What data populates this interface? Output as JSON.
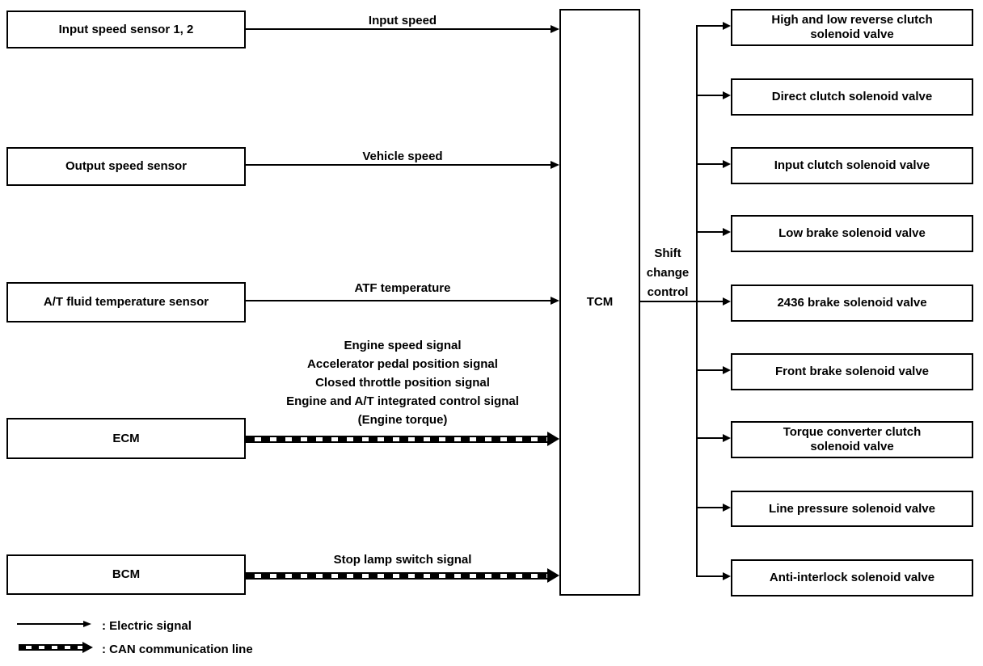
{
  "diagram": {
    "title_hint": "TCM shift change control signal flow",
    "colors": {
      "foreground": "#000000",
      "background": "#ffffff"
    },
    "center_module": "TCM",
    "output_label": "Shift change control",
    "inputs": [
      {
        "source": "Input speed sensor 1, 2",
        "signal": "Input speed",
        "line_type": "electric"
      },
      {
        "source": "Output speed sensor",
        "signal": "Vehicle speed",
        "line_type": "electric"
      },
      {
        "source": "A/T fluid temperature sensor",
        "signal": "ATF temperature",
        "line_type": "electric"
      },
      {
        "source": "ECM",
        "signal": "Engine speed signal\nAccelerator pedal position signal\nClosed throttle position signal\nEngine and A/T integrated control signal\n(Engine torque)",
        "line_type": "can"
      },
      {
        "source": "BCM",
        "signal": "Stop lamp switch signal",
        "line_type": "can"
      }
    ],
    "outputs": [
      "High and low reverse clutch\nsolenoid valve",
      "Direct clutch solenoid valve",
      "Input clutch solenoid valve",
      "Low brake solenoid valve",
      "2436 brake solenoid valve",
      "Front brake solenoid valve",
      "Torque converter clutch\nsolenoid valve",
      "Line pressure solenoid valve",
      "Anti-interlock solenoid valve"
    ],
    "legend": [
      {
        "symbol": "solid-arrow",
        "label": ": Electric signal"
      },
      {
        "symbol": "can-dashed-arrow",
        "label": ": CAN communication line"
      }
    ]
  }
}
